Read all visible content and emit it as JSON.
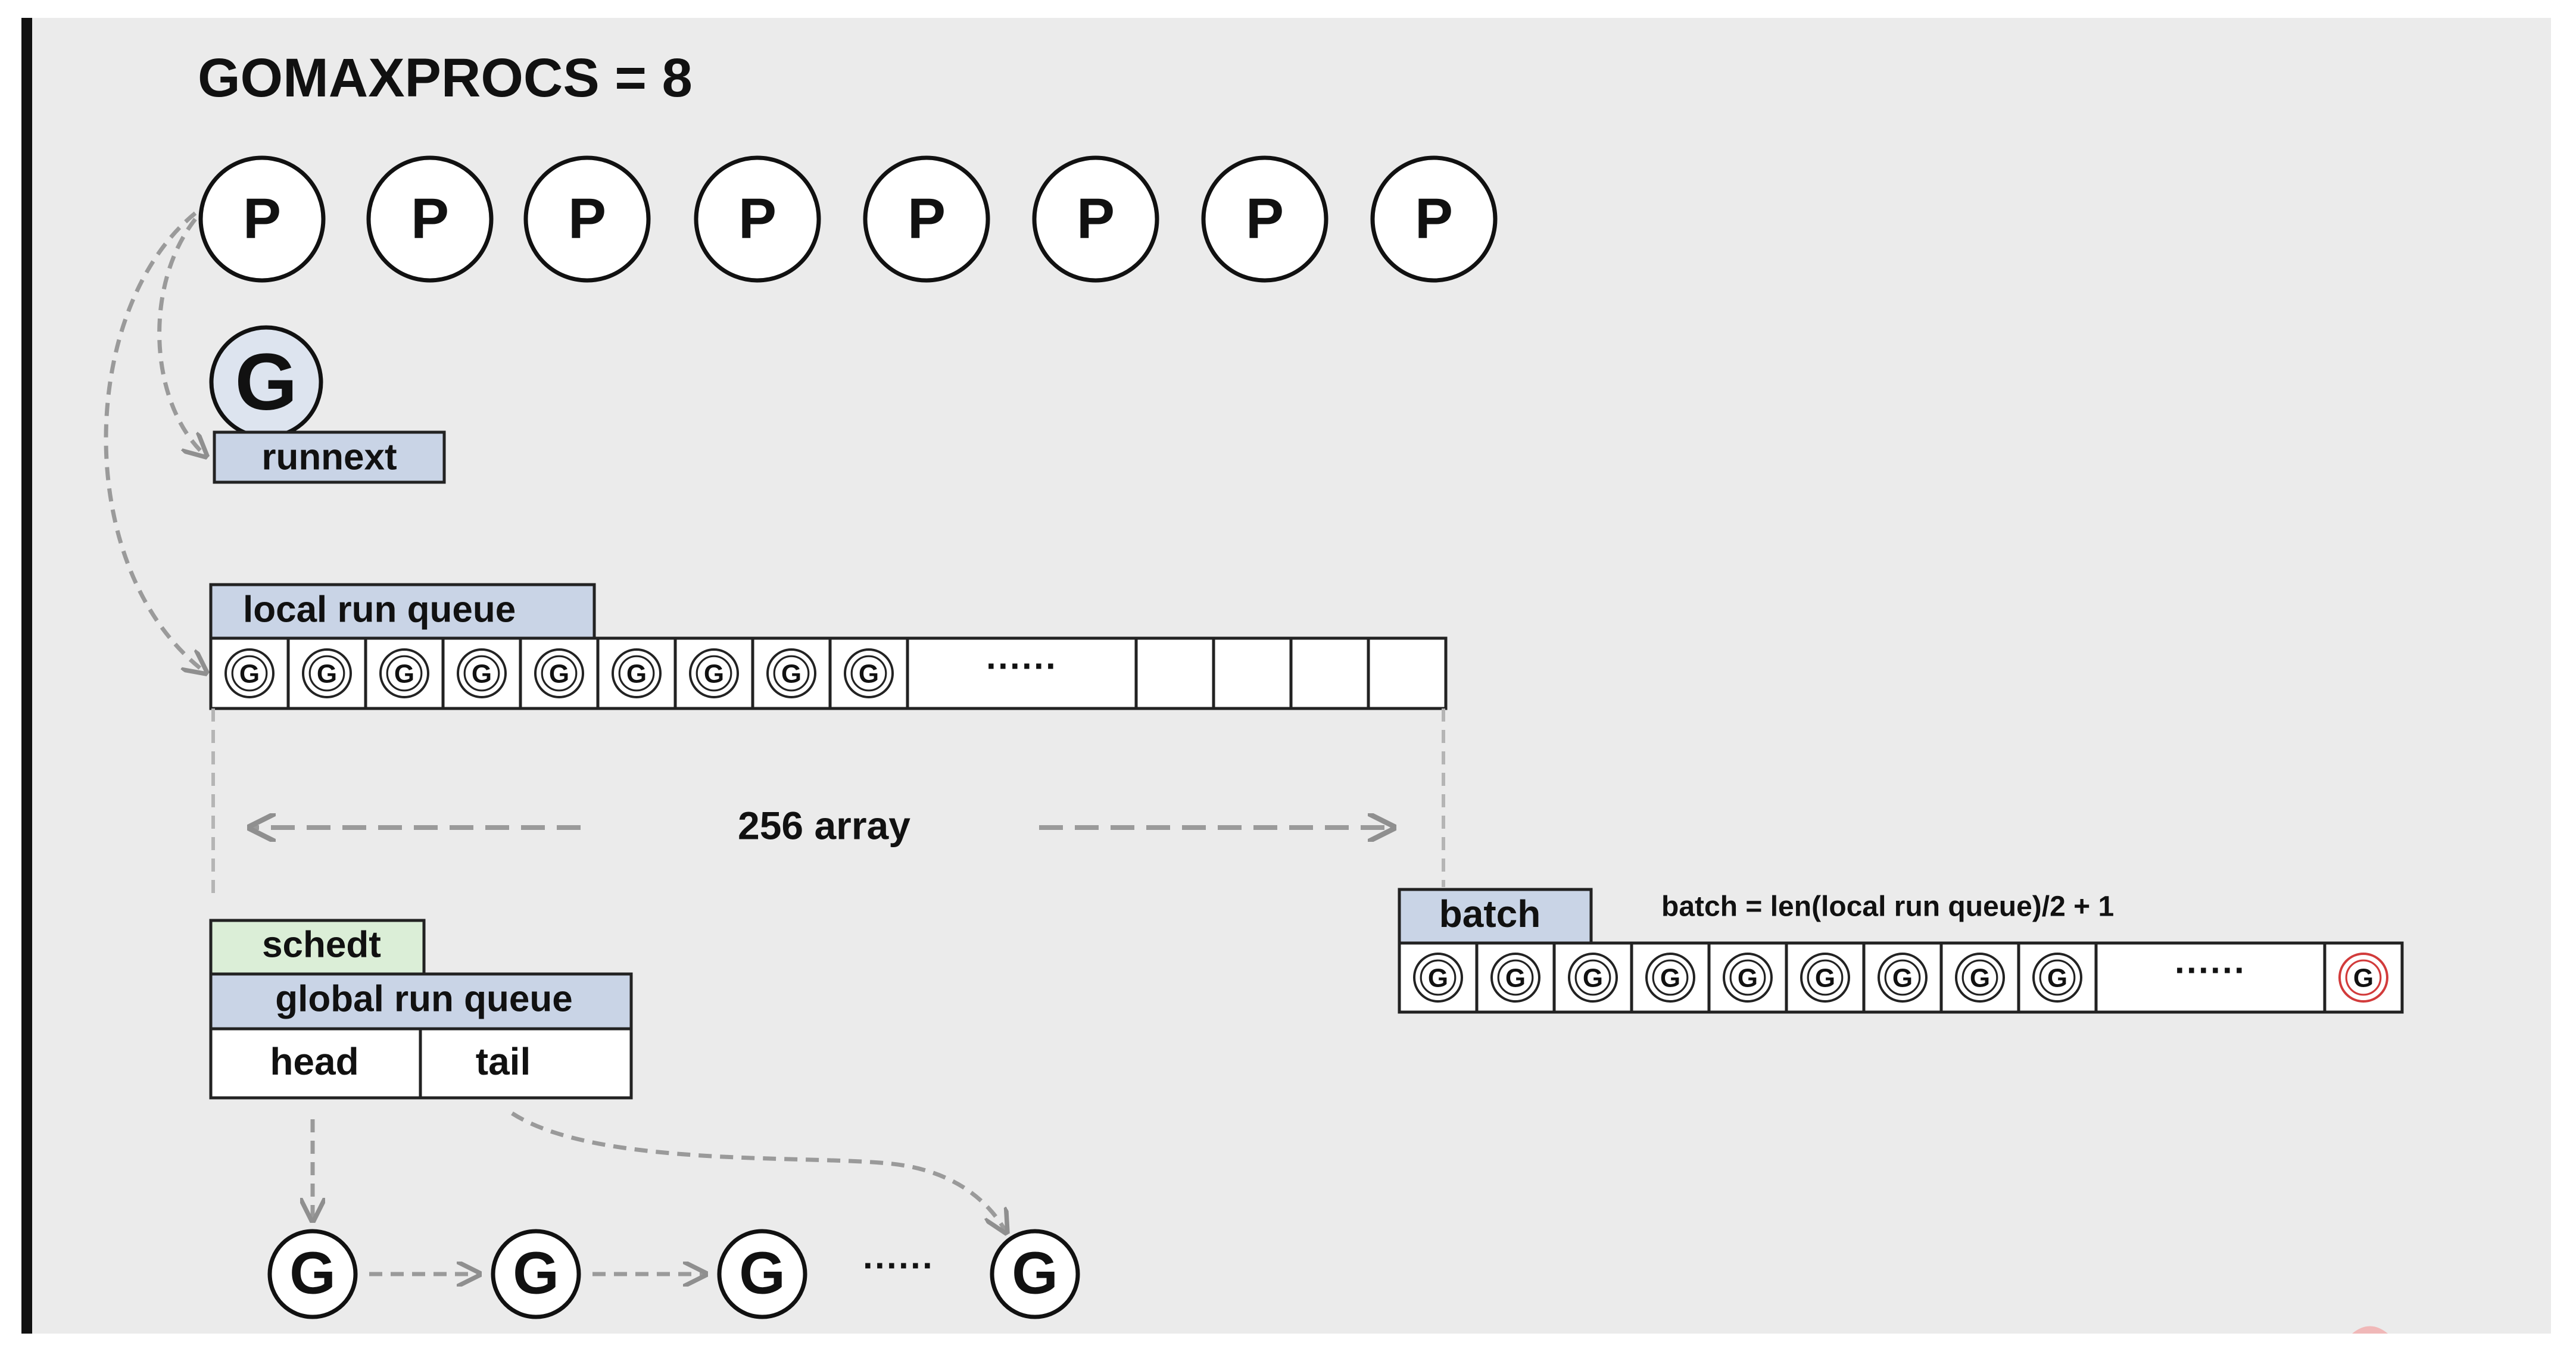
{
  "title": "GOMAXPROCS = 8",
  "processors": [
    "P",
    "P",
    "P",
    "P",
    "P",
    "P",
    "P",
    "P"
  ],
  "runnext": {
    "goroutine": "G",
    "label": "runnext"
  },
  "local_run_queue": {
    "label": "local run queue",
    "goroutines": [
      "G",
      "G",
      "G",
      "G",
      "G",
      "G",
      "G",
      "G",
      "G"
    ],
    "ellipsis": "······",
    "span_label": "256 array"
  },
  "batch": {
    "label": "batch",
    "formula": "batch = len(local run queue)/2 + 1",
    "goroutines": [
      "G",
      "G",
      "G",
      "G",
      "G",
      "G",
      "G",
      "G",
      "G"
    ],
    "ellipsis": "······",
    "last_goroutine": "G"
  },
  "global_queue": {
    "schedt_label": "schedt",
    "label": "global run queue",
    "head_label": "head",
    "tail_label": "tail",
    "list": [
      "G",
      "G",
      "G",
      "G"
    ],
    "ellipsis": "······"
  },
  "colors": {
    "page_background": "#ebebeb",
    "box_blue": "#c9d4e6",
    "box_green": "#dbeed7",
    "goroutine_fill": "#dde4ef",
    "arrow_gray": "#9a9a9a",
    "highlight_red": "#d23b3b"
  }
}
